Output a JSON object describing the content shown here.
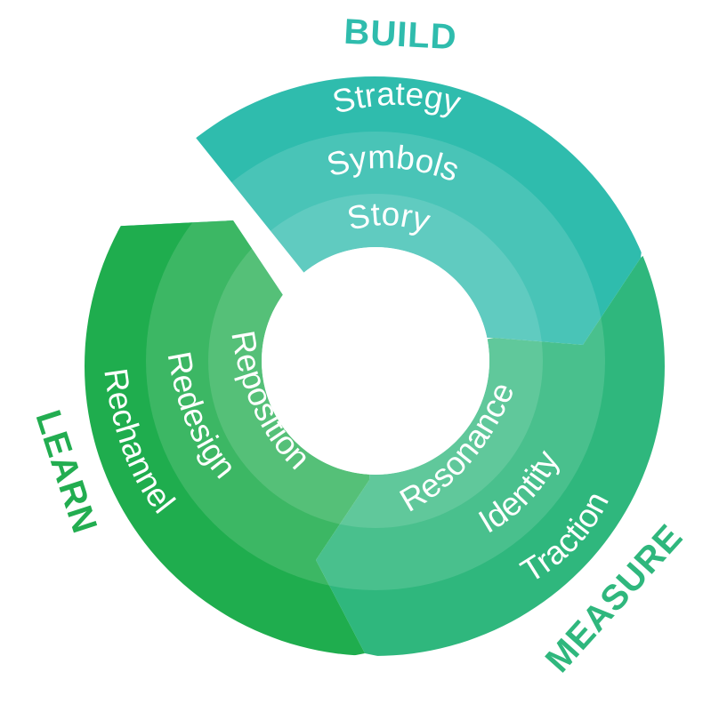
{
  "colors": {
    "build": "#2fbcad",
    "measure": "#2fb77d",
    "learn": "#1fad4e",
    "build_label": "#2fbcad",
    "measure_label": "#2fb77d",
    "learn_label": "#22ad50",
    "ring_text": "#ffffff",
    "center": "#ffffff"
  },
  "phases": {
    "build": {
      "title": "BUILD",
      "rings": [
        "Strategy",
        "Symbols",
        "Story"
      ]
    },
    "measure": {
      "title": "MEASURE",
      "rings": [
        "Traction",
        "Identity",
        "Resonance"
      ]
    },
    "learn": {
      "title": "LEARN",
      "rings": [
        "Rechannel",
        "Redesign",
        "Reposition"
      ]
    }
  }
}
